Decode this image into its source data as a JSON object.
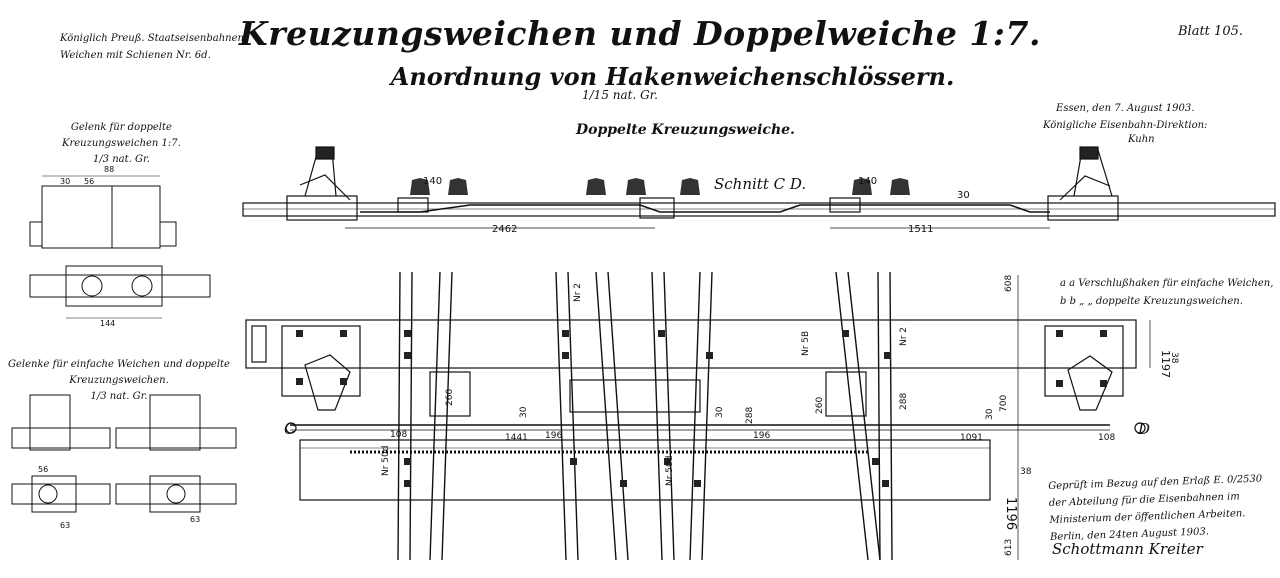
{
  "header": {
    "title": "Kreuzungsweichen und Doppelweiche 1:7.",
    "subtitle": "Anordnung von Hakenweichenschlössern.",
    "scale": "1/15 nat. Gr.",
    "sheet": "Blatt 105."
  },
  "authority": {
    "line1": "Königlich Preuß. Staatseisenbahnen",
    "line2": "Weichen mit Schienen Nr. 6d."
  },
  "date_block": {
    "line1": "Essen, den 7. August 1903.",
    "line2": "Königliche Eisenbahn-Direktion:",
    "signature": "Kuhn"
  },
  "section": {
    "title": "Doppelte Kreuzungsweiche.",
    "cut": "Schnitt C D."
  },
  "dimensions": {
    "d140a": "140",
    "d140b": "140",
    "d2462": "2462",
    "d1511": "1511",
    "d30top": "30",
    "d260a": "260",
    "d260b": "260",
    "d288a": "288",
    "d288b": "288",
    "d30a": "30",
    "d30b": "30",
    "d30c": "30",
    "d196a": "196",
    "d196b": "196",
    "d1441": "1441",
    "d1091": "1091",
    "d108a": "108",
    "d108b": "108",
    "d700": "700",
    "d1196": "1196",
    "d1197": "1197",
    "d608": "608",
    "d613": "613",
    "d38a": "38",
    "d38b": "38",
    "nr2a": "Nr 2",
    "nr2b": "Nr 2",
    "nr50a": "Nr 50d",
    "nr50b": "Nr 50d",
    "nr5b": "Nr 5B"
  },
  "legend": {
    "line1": "a a  Verschlußhaken für einfache Weichen,",
    "line2": "b b     „            „   doppelte Kreuzungsweichen."
  },
  "detail1": {
    "title1": "Gelenk für doppelte",
    "title2": "Kreuzungsweichen 1:7.",
    "scale": "1/3 nat. Gr.",
    "d88": "88",
    "d56": "56",
    "d30": "30",
    "d144": "144"
  },
  "detail2": {
    "title1": "Gelenke für einfache Weichen und doppelte",
    "title2": "Kreuzungsweichen.",
    "scale": "1/3 nat. Gr.",
    "d56": "56",
    "d63a": "63",
    "d63b": "63"
  },
  "approval": {
    "line1": "Geprüft im Bezug auf den Erlaß E. 0/2530",
    "line2": "der Abteilung für die Eisenbahnen im",
    "line3": "Ministerium der öffentlichen Arbeiten.",
    "line4": "Berlin, den 24ten August 1903.",
    "signature": "Schottmann  Kreiter"
  }
}
